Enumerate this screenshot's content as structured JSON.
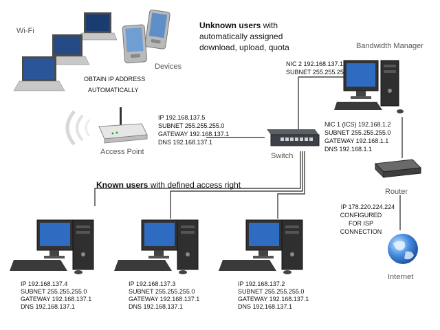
{
  "wifi": {
    "label": "Wi-Fi",
    "devices_label": "Devices",
    "obtain_line1": "OBTAIN IP ADDRESS",
    "obtain_line2": "AUTOMATICALLY"
  },
  "unknown_users": {
    "bold": "Unknown users",
    "rest1": " with",
    "line2": "automatically assigned",
    "line3": "download, upload, quota"
  },
  "bandwidth_manager": {
    "label": "Bandwidth Manager",
    "nic2_line1": "NIC 2 192.168.137.1",
    "nic2_line2": "SUBNET 255.255.255.0",
    "nic1_line1": "NIC 1 (ICS) 192.168.1.2",
    "nic1_line2": "SUBNET 255.255.255.0",
    "nic1_line3": "GATEWAY 192.168.1.1",
    "nic1_line4": "DNS 192.168.1.1"
  },
  "access_point": {
    "label": "Access Point",
    "line1": "IP 192.168.137.5",
    "line2": "SUBNET 255.255.255.0",
    "line3": "GATEWAY 192.168.137.1",
    "line4": "DNS 192.168.137.1"
  },
  "switch": {
    "label": "Switch"
  },
  "router": {
    "label": "Router"
  },
  "isp": {
    "line1": "IP 178.220.224.224",
    "line2": "CONFIGURED",
    "line3": "FOR ISP",
    "line4": "CONNECTION"
  },
  "internet": {
    "label": "Internet"
  },
  "known_users": {
    "bold": "Known users",
    "rest": " with defined access right"
  },
  "pcs": [
    {
      "line1": "IP 192.168.137.4",
      "line2": "SUBNET 255.255.255.0",
      "line3": "GATEWAY 192.168.137.1",
      "line4": "DNS 192.168.137.1"
    },
    {
      "line1": "IP 192.168.137.3",
      "line2": "SUBNET 255.255.255.0",
      "line3": "GATEWAY 192.168.137.1",
      "line4": "DNS 192.168.137.1"
    },
    {
      "line1": "IP 192.168.137.2",
      "line2": "SUBNET 255.255.255.0",
      "line3": "GATEWAY 192.168.137.1",
      "line4": "DNS 192.168.137.1"
    }
  ]
}
